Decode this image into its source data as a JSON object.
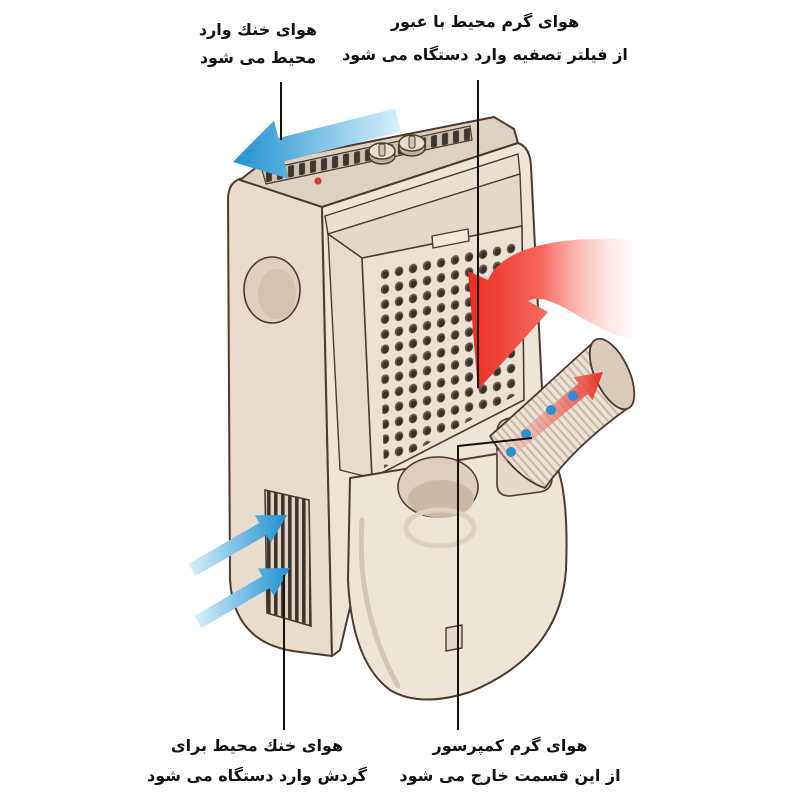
{
  "labels": {
    "cool_air_outlet": {
      "line1": "هوای خنك وارد",
      "line2": "محیط می شود"
    },
    "warm_air_intake": {
      "line1": "هوای گرم محیط با عبور",
      "line2": "از فیلتر تصفیه وارد دستگاه می شود"
    },
    "cool_air_intake": {
      "line1": "هوای خنك محیط برای",
      "line2": "گردش وارد دستگاه می شود"
    },
    "compressor_exhaust": {
      "line1": "هوای گرم کمپرسور",
      "line2": "از این قسمت خارج می شود"
    }
  },
  "colors": {
    "cool_arrow": "#1f8fd0",
    "cool_arrow_fade": "#d8f1fb",
    "warm_arrow": "#ee2a20",
    "unit_body": "#ede4d8",
    "outline": "#4b3a30",
    "label_text": "#111111",
    "indicator_light": "#e0362b",
    "water_droplets": "#2a8fd0"
  }
}
